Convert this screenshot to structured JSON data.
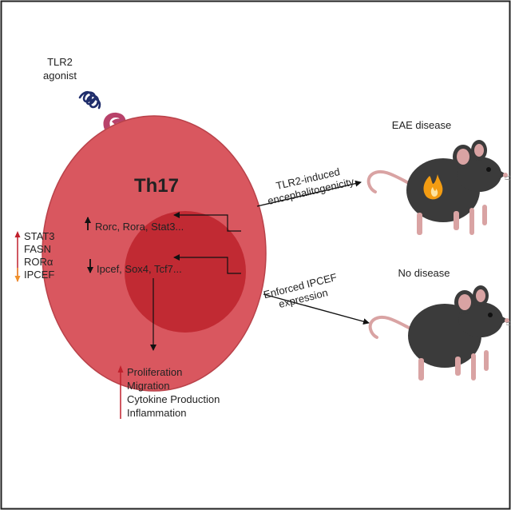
{
  "agonist": {
    "line1": "TLR2",
    "line2": "agonist"
  },
  "cell": {
    "title": "Th17"
  },
  "genes_up": "Rorc, Rora, Stat3...",
  "genes_down": "Ipcef, Sox4, Tcf7...",
  "side_list": [
    "STAT3",
    "FASN",
    "RORα",
    "IPCEF"
  ],
  "outcomes": [
    "Proliferation",
    "Migration",
    "Cytokine Production",
    "Inflammation"
  ],
  "arrow_top": {
    "line1": "TLR2-induced",
    "line2": "encephalitogenicity"
  },
  "arrow_bottom": {
    "line1": "Enforced IPCEF",
    "line2": "expression"
  },
  "mouse_top_label": "EAE disease",
  "mouse_bottom_label": "No disease",
  "colors": {
    "cell_outer": "#d9575f",
    "cell_inner": "#c12a33",
    "receptor": "#b8426a",
    "agonist": "#1f2d6b",
    "up_arrow": "#c0202c",
    "down_arrow": "#f0902a",
    "mouse": "#3b3b3b",
    "mouse_pink": "#d9a3a3",
    "flame": "#f39c12"
  }
}
